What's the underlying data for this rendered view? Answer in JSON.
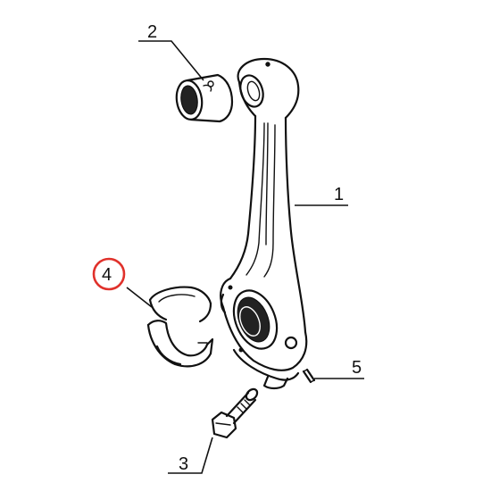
{
  "diagram": {
    "callouts": [
      {
        "id": "1",
        "label": "1",
        "highlighted": false
      },
      {
        "id": "2",
        "label": "2",
        "highlighted": false
      },
      {
        "id": "3",
        "label": "3",
        "highlighted": false
      },
      {
        "id": "4",
        "label": "4",
        "highlighted": true
      },
      {
        "id": "5",
        "label": "5",
        "highlighted": false
      }
    ],
    "highlight_color": "#e0312b",
    "ink_color": "#111111"
  }
}
